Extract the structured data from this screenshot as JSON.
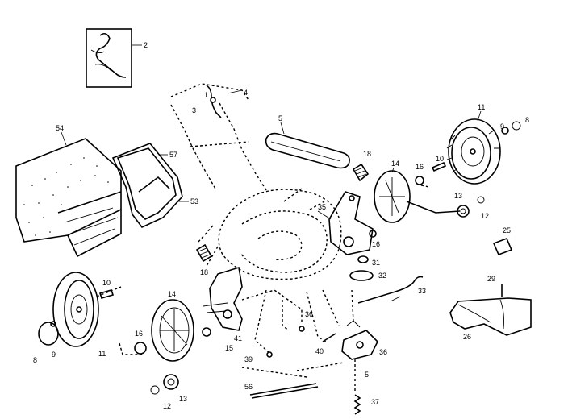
{
  "callouts": {
    "c2": "2",
    "c1": "1",
    "c3": "3",
    "c4": "4",
    "c5": "5",
    "c11a": "11",
    "c9a": "9",
    "c8a": "8",
    "c10a": "10",
    "c16a": "16",
    "c54": "54",
    "c57": "57",
    "c53": "53",
    "c18a": "18",
    "c14a": "14",
    "c13a": "13",
    "c12a": "12",
    "c35": "35",
    "c16b": "16",
    "c25": "25",
    "c31": "31",
    "c32": "32",
    "c29": "29",
    "c33": "33",
    "c18b": "18",
    "c10b": "10",
    "c14b": "14",
    "c26": "26",
    "c36a": "36",
    "c36b": "36",
    "c9b": "9",
    "c8b": "8",
    "c11b": "11",
    "c16c": "16",
    "c15": "15",
    "c41": "41",
    "c39": "39",
    "c40": "40",
    "c5b": "5",
    "c56": "56",
    "c37b": "37",
    "c12b": "12",
    "c13b": "13"
  }
}
